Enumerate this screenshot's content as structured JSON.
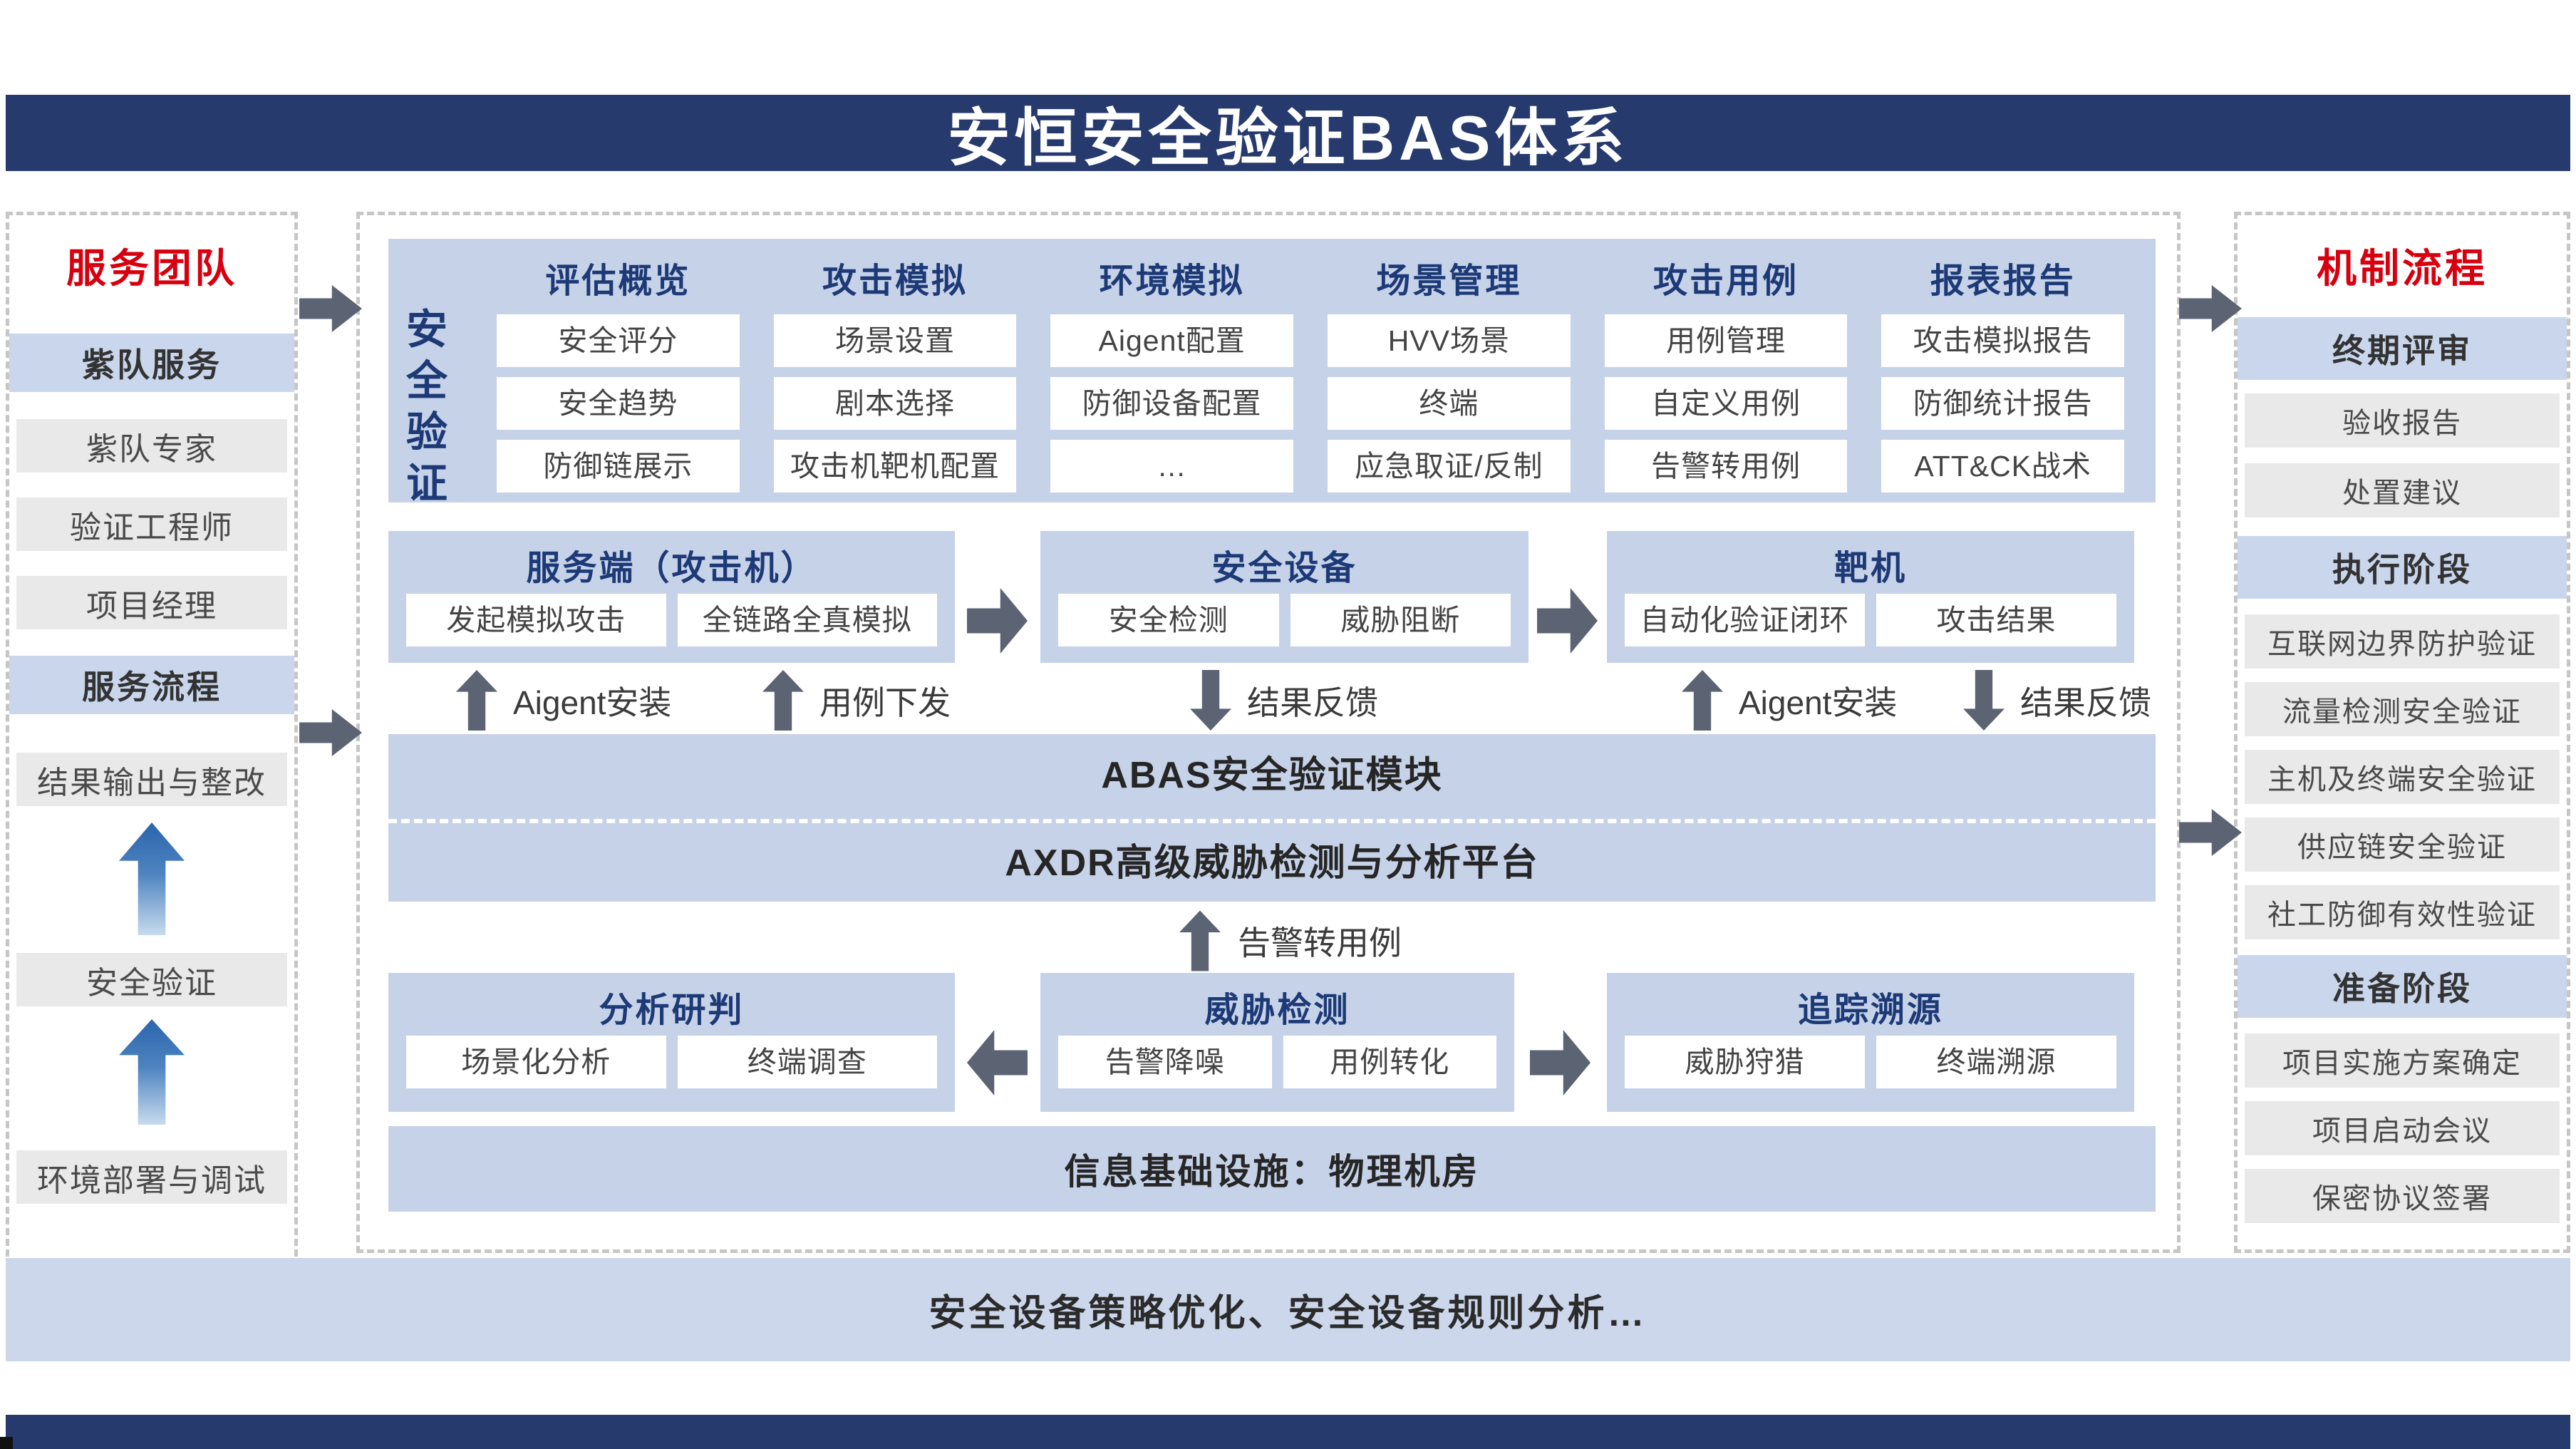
{
  "title": "安恒安全验证BAS体系",
  "colors": {
    "navy": "#263a6d",
    "red": "#d7000f",
    "block_blue": "#c6d2e8",
    "row_blue": "#c9d6ec",
    "row_gray": "#e9e9e9",
    "arrow_gray": "#5c6373",
    "header_text_navy": "#1d3a77"
  },
  "left_panel": {
    "title": "服务团队",
    "sections": [
      {
        "type": "header",
        "label": "紫队服务"
      },
      {
        "type": "item",
        "label": "紫队专家"
      },
      {
        "type": "item",
        "label": "验证工程师"
      },
      {
        "type": "item",
        "label": "项目经理"
      },
      {
        "type": "header",
        "label": "服务流程"
      },
      {
        "type": "item",
        "label": "结果输出与整改"
      },
      {
        "type": "arrow"
      },
      {
        "type": "item",
        "label": "安全验证"
      },
      {
        "type": "arrow"
      },
      {
        "type": "item",
        "label": "环境部署与调试"
      }
    ]
  },
  "center": {
    "vertical_label": "安全验证",
    "columns": [
      {
        "header": "评估概览",
        "items": [
          "安全评分",
          "安全趋势",
          "防御链展示"
        ]
      },
      {
        "header": "攻击模拟",
        "items": [
          "场景设置",
          "剧本选择",
          "攻击机靶机配置"
        ]
      },
      {
        "header": "环境模拟",
        "items": [
          "Aigent配置",
          "防御设备配置",
          "…"
        ]
      },
      {
        "header": "场景管理",
        "items": [
          "HVV场景",
          "终端",
          "应急取证/反制"
        ]
      },
      {
        "header": "攻击用例",
        "items": [
          "用例管理",
          "自定义用例",
          "告警转用例"
        ]
      },
      {
        "header": "报表报告",
        "items": [
          "攻击模拟报告",
          "防御统计报告",
          "ATT&CK战术"
        ]
      }
    ],
    "middle_row": {
      "blocks": [
        {
          "header": "服务端（攻击机）",
          "items": [
            "发起模拟攻击",
            "全链路全真模拟"
          ]
        },
        {
          "header": "安全设备",
          "items": [
            "安全检测",
            "威胁阻断"
          ]
        },
        {
          "header": "靶机",
          "items": [
            "自动化验证闭环",
            "攻击结果"
          ]
        }
      ],
      "arrows": [
        "right",
        "right"
      ]
    },
    "flow_labels": [
      {
        "dir": "up",
        "label": "Aigent安装"
      },
      {
        "dir": "up",
        "label": "用例下发"
      },
      {
        "dir": "down",
        "label": "结果反馈"
      },
      {
        "dir": "up",
        "label": "Aigent安装"
      },
      {
        "dir": "down",
        "label": "结果反馈"
      }
    ],
    "abas_label": "ABAS安全验证模块",
    "axdr_label": "AXDR高级威胁检测与分析平台",
    "alert_arrow_label": "告警转用例",
    "bottom_row": {
      "blocks": [
        {
          "header": "分析研判",
          "items": [
            "场景化分析",
            "终端调查"
          ]
        },
        {
          "header": "威胁检测",
          "items": [
            "告警降噪",
            "用例转化"
          ]
        },
        {
          "header": "追踪溯源",
          "items": [
            "威胁狩猎",
            "终端溯源"
          ]
        }
      ],
      "arrows": [
        "left",
        "right"
      ]
    },
    "infra_label": "信息基础设施：物理机房"
  },
  "right_panel": {
    "title": "机制流程",
    "sections": [
      {
        "type": "header",
        "label": "终期评审"
      },
      {
        "type": "item",
        "label": "验收报告"
      },
      {
        "type": "item",
        "label": "处置建议"
      },
      {
        "type": "header",
        "label": "执行阶段"
      },
      {
        "type": "item",
        "label": "互联网边界防护验证"
      },
      {
        "type": "item",
        "label": "流量检测安全验证"
      },
      {
        "type": "item",
        "label": "主机及终端安全验证"
      },
      {
        "type": "item",
        "label": "供应链安全验证"
      },
      {
        "type": "item",
        "label": "社工防御有效性验证"
      },
      {
        "type": "header",
        "label": "准备阶段"
      },
      {
        "type": "item",
        "label": "项目实施方案确定"
      },
      {
        "type": "item",
        "label": "项目启动会议"
      },
      {
        "type": "item",
        "label": "保密协议签署"
      }
    ]
  },
  "footer": "安全设备策略优化、安全设备规则分析…"
}
